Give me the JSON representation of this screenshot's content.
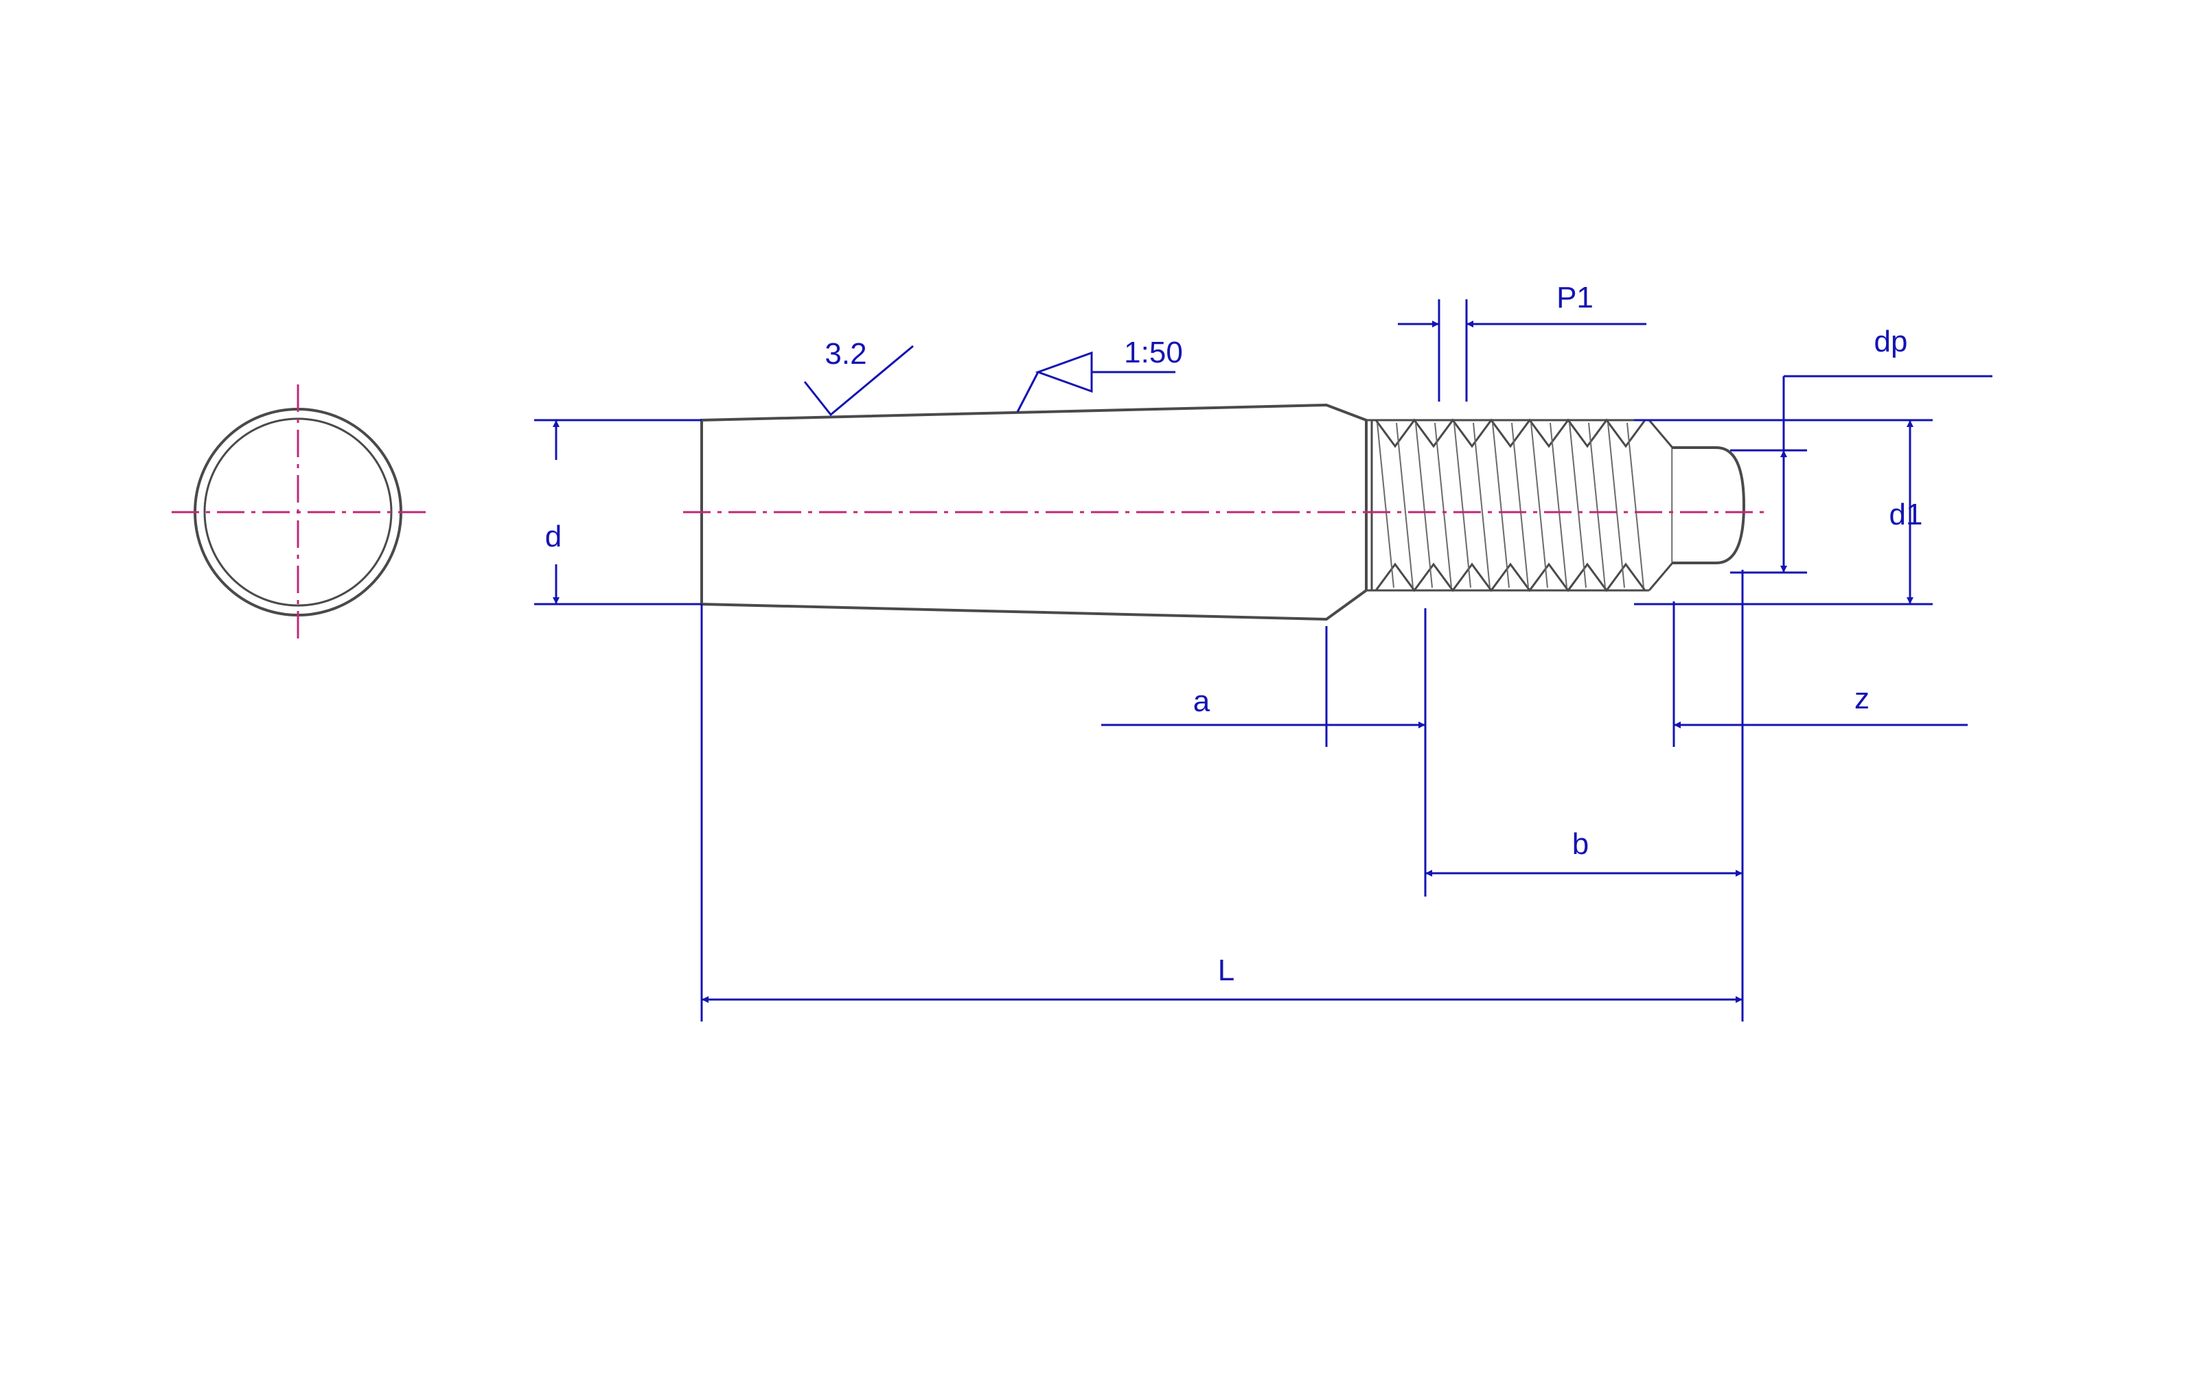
{
  "colors": {
    "dimension": "#1414b4",
    "centerline": "#c0287a",
    "outline": "#4a4a4a",
    "background": "#ffffff"
  },
  "labels": {
    "p1": "P1",
    "dp": "dp",
    "roughness": "3.2",
    "taper": "1:50",
    "d": "d",
    "d1": "d1",
    "a": "a",
    "z": "z",
    "b": "b",
    "L": "L"
  }
}
